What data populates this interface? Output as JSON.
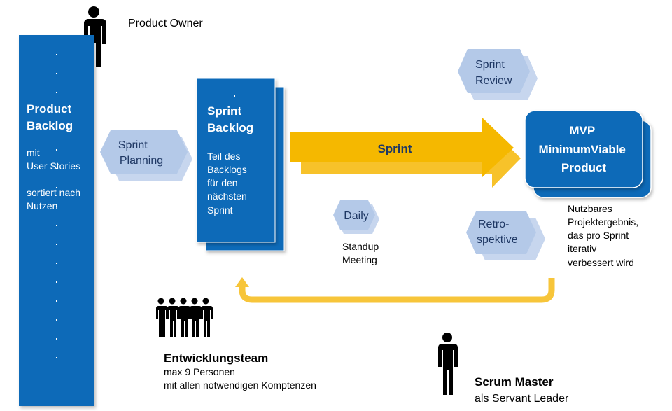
{
  "product_owner": {
    "label": "Product Owner"
  },
  "product_backlog": {
    "title_lines": [
      "Product",
      "Backlog"
    ],
    "desc_lines": [
      "mit",
      "User Stories",
      "",
      "sortiert nach",
      "Nutzen"
    ]
  },
  "sprint_planning": {
    "lines": [
      "Sprint",
      "Planning"
    ]
  },
  "sprint_backlog": {
    "title_lines": [
      "Sprint",
      "Backlog"
    ],
    "desc_lines": [
      "Teil des",
      "Backlogs",
      "für den",
      "nächsten",
      "Sprint"
    ]
  },
  "sprint_arrow": {
    "label": "Sprint"
  },
  "sprint_review": {
    "lines": [
      "Sprint",
      "Review"
    ]
  },
  "mvp": {
    "lines": [
      "MVP",
      "MinimumViable",
      "Product"
    ]
  },
  "mvp_note": {
    "lines": [
      "Nutzbares",
      "Projektergebnis,",
      "das pro Sprint",
      "iterativ",
      "verbessert wird"
    ]
  },
  "daily": {
    "label": "Daily",
    "note_lines": [
      "Standup",
      "Meeting"
    ]
  },
  "retrospektive": {
    "lines": [
      "Retro-",
      "spektive"
    ]
  },
  "team": {
    "title": "Entwicklungsteam",
    "lines": [
      "max 9 Personen",
      "mit allen notwendigen Komptenzen"
    ]
  },
  "scrum_master": {
    "title": "Scrum Master",
    "subtitle": "als Servant Leader"
  },
  "colors": {
    "backlog_blue": "#0e6ab8",
    "hexagon_light": "#b4c9e8",
    "arrow_yellow": "#f5b800",
    "cycle_yellow": "#f7c53a",
    "mvp_blue": "#0e6ab8"
  }
}
